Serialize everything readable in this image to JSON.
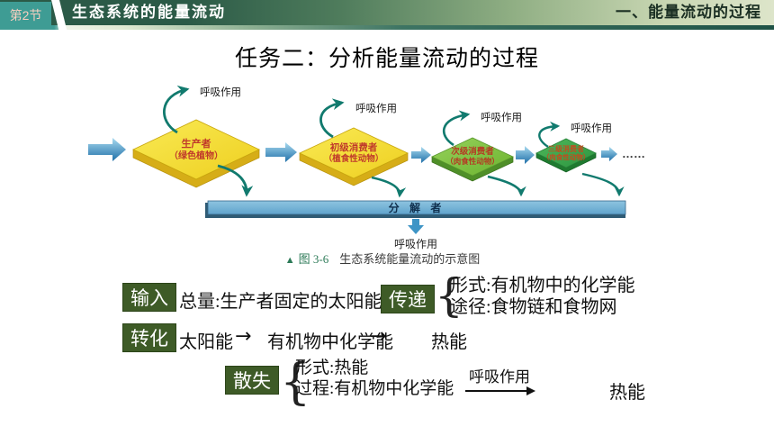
{
  "header": {
    "section_badge": "第2节",
    "title": "生态系统的能量流动",
    "right_title": "一、能量流动的过程"
  },
  "task_title": "任务二：分析能量流动的过程",
  "diagram": {
    "respiration_label": "呼吸作用",
    "nodes": [
      {
        "name": "生产者",
        "sub": "（绿色植物）"
      },
      {
        "name": "初级消费者",
        "sub": "（植食性动物）"
      },
      {
        "name": "次级消费者",
        "sub": "（肉食性动物）"
      },
      {
        "name": "三级消费者",
        "sub": "（肉食性动物）"
      }
    ],
    "ellipsis": "……",
    "decomposer": "分 解 者",
    "caption": {
      "marker": "▲",
      "figure": "图 3-6",
      "text": "生态系统能量流动的示意图"
    }
  },
  "notes": {
    "input": {
      "label": "输入",
      "text": "总量:生产者固定的太阳能"
    },
    "transfer": {
      "label": "传递",
      "brace": "{",
      "form": "形式:有机物中的化学能",
      "path": "途径:食物链和食物网"
    },
    "conversion": {
      "label": "转化",
      "from": "太阳能",
      "arrow1": "→",
      "mid": "有机物中化学能",
      "arrow2": "→",
      "to": "热能"
    },
    "dissipation": {
      "label": "散失",
      "brace": "{",
      "form": "形式:热能",
      "process": "过程:有机物中化学能",
      "via": "呼吸作用",
      "to": "热能"
    }
  },
  "colors": {
    "header_teal": "#3E9C94",
    "header_dark_green": "#2B5A47",
    "label_box_green": "#3E5B27",
    "producer_yellow": "#F2D92E",
    "consumer_green": "#7CC342",
    "tertiary_green": "#35A147",
    "decomposer_blue": "#6FB0D4",
    "flow_arrow_blue": "#2878B0",
    "respiration_teal": "#117A6E",
    "diamond_text_red": "#C0392B"
  }
}
